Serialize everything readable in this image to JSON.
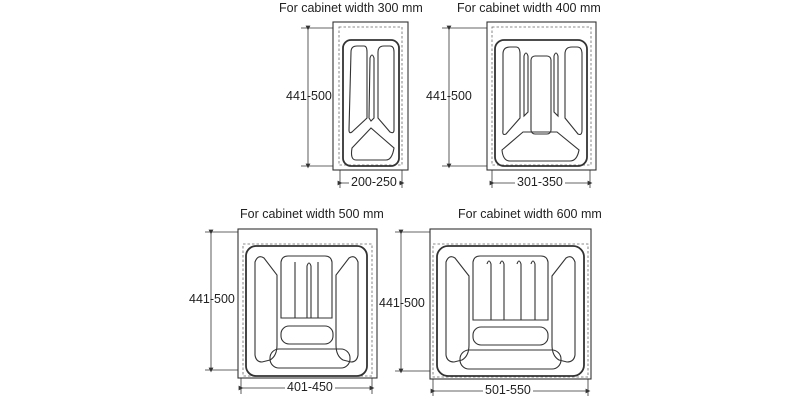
{
  "diagrams": [
    {
      "title": "For cabinet width 300 mm",
      "height_label": "441-500",
      "width_label": "200-250"
    },
    {
      "title": "For cabinet width 400 mm",
      "height_label": "441-500",
      "width_label": "301-350"
    },
    {
      "title": "For cabinet width 500 mm",
      "height_label": "441-500",
      "width_label": "401-450"
    },
    {
      "title": "For cabinet width 600 mm",
      "height_label": "441-500",
      "width_label": "501-550"
    }
  ]
}
